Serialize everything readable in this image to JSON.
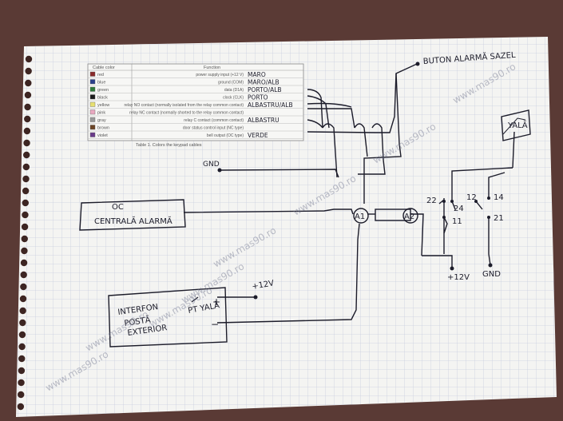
{
  "table": {
    "header_cable_color": "Cable color",
    "header_function": "Function",
    "caption": "Table 1. Colors                  the keypad cables",
    "rows": [
      {
        "color_name": "red",
        "swatch": "#8a2b2b",
        "function": "power supply input (+12 V)",
        "note": "MARO"
      },
      {
        "color_name": "blue",
        "swatch": "#2b3f8a",
        "function": "ground (COM)",
        "note": "MARO/ALB"
      },
      {
        "color_name": "green",
        "swatch": "#2f7a3a",
        "function": "data (D1A)",
        "note": "PORTO/ALB"
      },
      {
        "color_name": "black",
        "swatch": "#1a1a1a",
        "function": "clock (CLK)",
        "note": "PORTO"
      },
      {
        "color_name": "yellow",
        "swatch": "#e8e070",
        "function": "relay NO contact (normally isolated from the relay common contact)",
        "note": "ALBASTRU/ALB"
      },
      {
        "color_name": "pink",
        "swatch": "#e9a9c0",
        "function": "relay NC contact (normally shorted to the relay common contact)",
        "note": ""
      },
      {
        "color_name": "gray",
        "swatch": "#9a9a9a",
        "function": "relay C contact (common contact)",
        "note": "ALBASTRU"
      },
      {
        "color_name": "brown",
        "swatch": "#6b4426",
        "function": "door status control input (NC type)",
        "note": ""
      },
      {
        "color_name": "violet",
        "swatch": "#6a3b8a",
        "function": "bell output (OC type)",
        "note": "VERDE"
      }
    ]
  },
  "labels": {
    "buton": "BUTON ALARMĂ SAZEL",
    "yala_box": "YALĂ",
    "gnd_top": "GND",
    "oc": "OC",
    "centrala": "CENTRALĂ ALARMĂ",
    "a1": "A1",
    "a2": "A2",
    "p22": "22",
    "p12": "12",
    "p14": "14",
    "p24": "24",
    "p11": "11",
    "p21": "21",
    "plus12_right": "+12V",
    "gnd_right": "GND",
    "plus12_left": "+12V",
    "plus_sign": "+",
    "minus_sign": "−",
    "interfon_line1": "INTERFON",
    "interfon_line2": "POSTĂ",
    "interfon_line3": "EXTERIOR",
    "pt_yala": "PT YALĂ"
  },
  "watermarks": [
    "www.mas90.ro",
    "www.mas90.ro",
    "www.mas90.ro",
    "www.mas90.ro",
    "www.mas90.ro",
    "www.mas90.ro",
    "www.mas90.ro",
    "www.mas90.ro"
  ],
  "colors": {
    "paper": "#f4f4f2",
    "grid": "#c9cfe0",
    "ink": "#1c1c2a",
    "background": "#5a3a35"
  }
}
